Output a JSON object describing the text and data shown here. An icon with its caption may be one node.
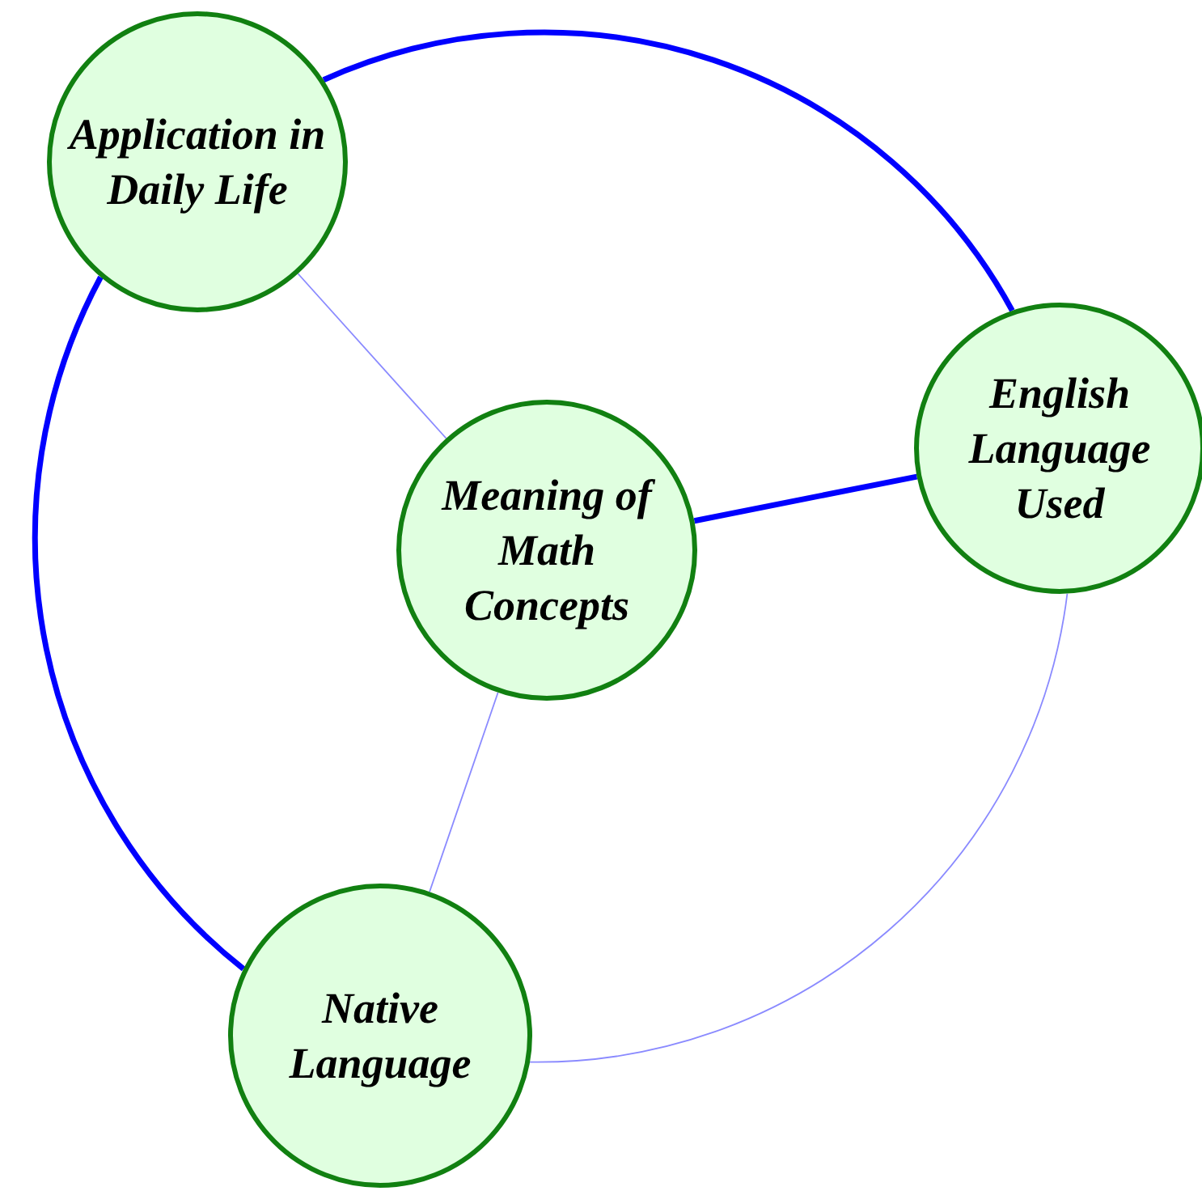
{
  "diagram": {
    "nodes": [
      {
        "text": [
          "Application in Daily Life"
        ]
      },
      {
        "text": [
          "English Language Used"
        ]
      },
      {
        "text": [
          "Meaning of Math Concepts"
        ]
      },
      {
        "text": [
          "Native Language"
        ]
      }
    ],
    "edges": [
      {
        "from": 0,
        "to": 1,
        "arrow": "none",
        "style": "thick",
        "color": "#0000ff"
      },
      {
        "from": 0,
        "to": 3,
        "arrow": "none",
        "style": "thick",
        "color": "#0000ff"
      },
      {
        "from": 2,
        "to": 1,
        "arrow": "none",
        "style": "thick",
        "color": "#0000ff"
      },
      {
        "from": 0,
        "to": 2,
        "arrow": "none",
        "color": "#8a8aff"
      },
      {
        "from": 2,
        "to": 3,
        "arrow": "none",
        "color": "#8a8aff"
      },
      {
        "from": 1,
        "to": 3,
        "arrow": "none",
        "color": "#8a8aff"
      }
    ]
  }
}
